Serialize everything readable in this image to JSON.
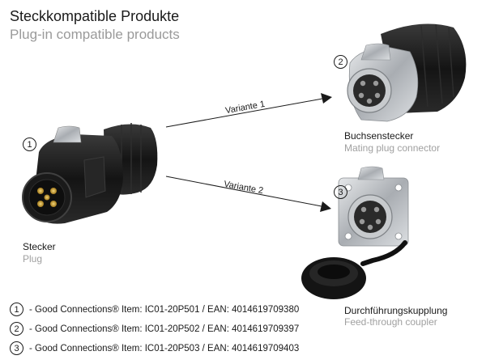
{
  "header": {
    "title": "Steckkompatible Produkte",
    "subtitle": "Plug-in compatible products"
  },
  "products": [
    {
      "number": "1",
      "name": "Stecker",
      "name_en": "Plug"
    },
    {
      "number": "2",
      "name": "Buchsenstecker",
      "name_en": "Mating plug connector"
    },
    {
      "number": "3",
      "name": "Durchführungskupplung",
      "name_en": "Feed-through coupler"
    }
  ],
  "arrows": [
    {
      "label": "Variante 1"
    },
    {
      "label": "Variante 2"
    }
  ],
  "legend": [
    {
      "number": "1",
      "text": "- Good Connections® Item: IC01-20P501 / EAN: 4014619709380"
    },
    {
      "number": "2",
      "text": "- Good Connections® Item: IC01-20P502 / EAN: 4014619709397"
    },
    {
      "number": "3",
      "text": "- Good Connections® Item: IC01-20P503 / EAN: 4014619709403"
    }
  ],
  "colors": {
    "text": "#1a1a1a",
    "muted": "#9a9a9a",
    "connector_body": "#1b1b1b",
    "metal": "#b9bcc0"
  }
}
